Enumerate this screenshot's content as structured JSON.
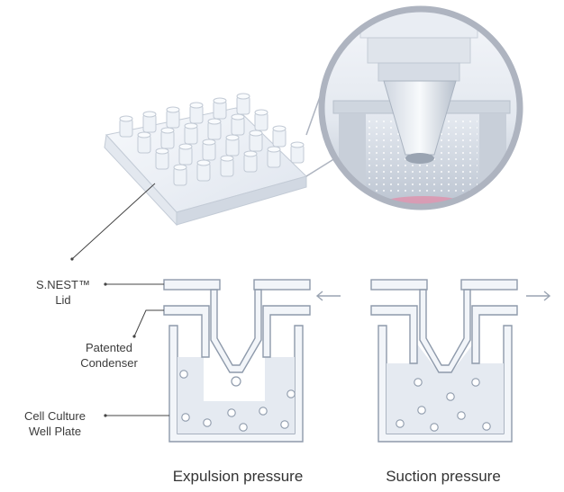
{
  "labels": {
    "lid_line1": "S.NEST™",
    "lid_line2": "Lid",
    "condenser_line1": "Patented",
    "condenser_line2": "Condenser",
    "plate_line1": "Cell Culture",
    "plate_line2": "Well Plate"
  },
  "captions": {
    "expulsion": "Expulsion pressure",
    "suction": "Suction pressure"
  },
  "colors": {
    "outline": "#8e9aab",
    "fill": "#f2f5f9",
    "media": "#e5eaf1",
    "bubble": "#ffffff",
    "zoom_ring": "#aeb4c0",
    "leader": "#444444"
  }
}
